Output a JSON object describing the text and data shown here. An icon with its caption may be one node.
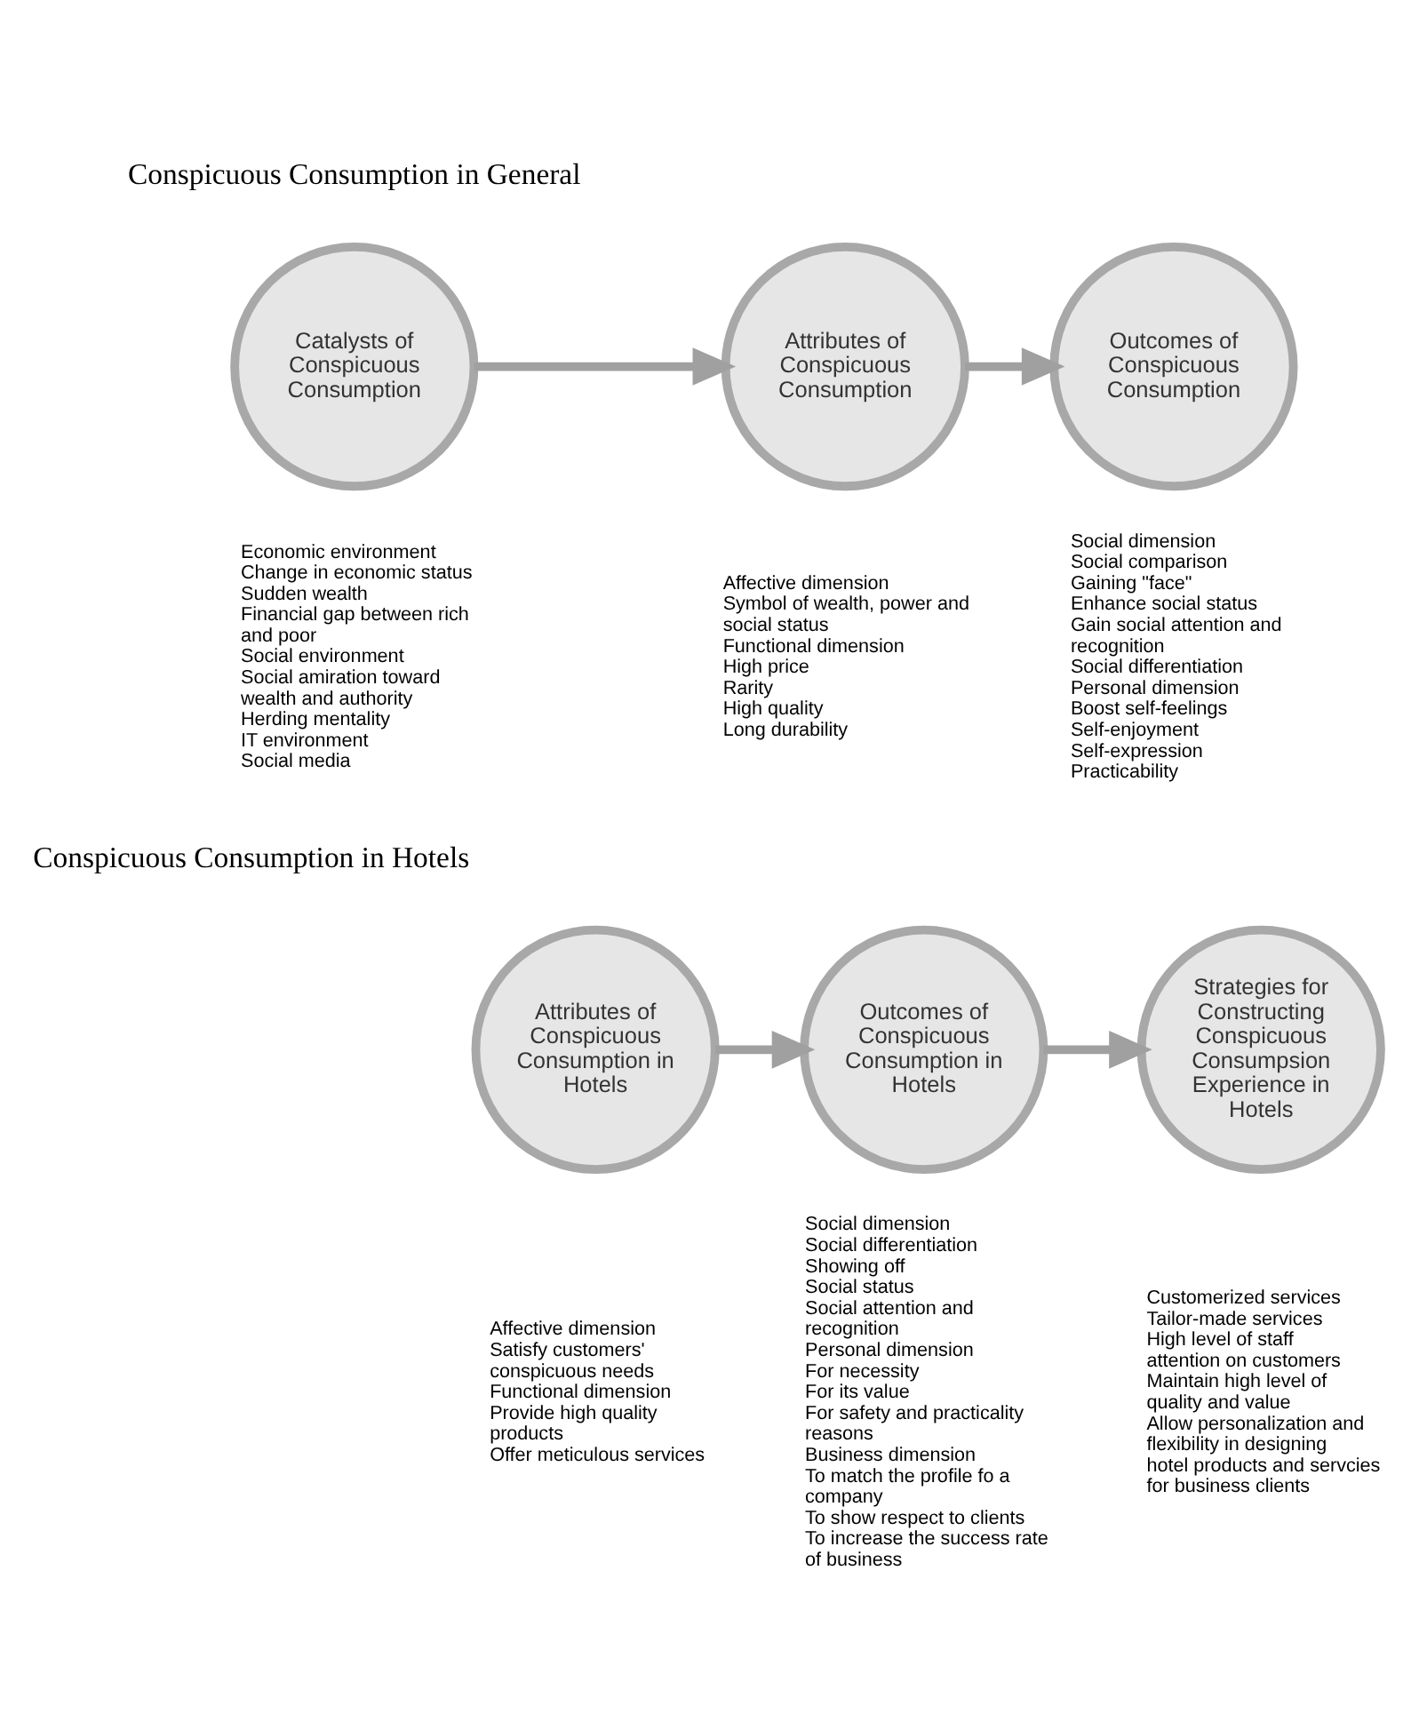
{
  "diagram": {
    "nodes": [
      {
        "text": [
          "Catalysts of Conspicuous Consumption"
        ],
        "beside": [
          "Economic environment",
          "Change in economic status",
          "Sudden wealth",
          "Financial gap between rich and poor",
          "Social environment",
          "Social amiration toward wealth and authority",
          "Herding mentality",
          "IT environment",
          "Social media"
        ]
      },
      {
        "text": [
          "Attributes of Conspicuous Consumption"
        ],
        "beside": [
          "Affective dimension",
          "Symbol of wealth, power and social status",
          "Functional dimension",
          "High price",
          "Rarity",
          "High quality",
          "Long durability"
        ]
      },
      {
        "text": [
          "Outcomes of Conspicuous Consumption"
        ],
        "beside": [
          "Social dimension",
          "Social comparison",
          "Gaining \"face\"",
          "Enhance social status",
          "Gain social attention and recognition",
          "Social differentiation",
          "Personal dimension",
          "Boost self-feelings",
          "Self-enjoyment",
          "Self-expression",
          "Practicability"
        ]
      },
      {
        "text": [
          "Attributes of Conspicuous Consumption in Hotels"
        ],
        "beside": [
          "Affective dimension",
          "Satisfy customers' conspicuous needs",
          "Functional dimension",
          "Provide high quality products",
          "Offer meticulous services"
        ]
      },
      {
        "text": [
          "Outcomes of Conspicuous Consumption in Hotels"
        ],
        "beside": [
          "Social dimension",
          "Social differentiation",
          "Showing off",
          "Social status",
          "Social attention and recognition",
          "Personal dimension",
          "For necessity",
          "For its value",
          "For safety and practicality reasons",
          "Business dimension",
          "To match the profile fo a company",
          "To show respect to clients",
          "To increase the success rate of business"
        ]
      },
      {
        "text": [
          "Strategies for Constructing Conspicuous Consumpsion Experience in Hotels"
        ],
        "beside": [
          "Customerized services",
          "Tailor-made services",
          "High level of staff attention on customers",
          "Maintain high level of quality and value",
          "Allow personalization and flexibility in designing hotel products and servcies for business clients"
        ]
      }
    ],
    "edges": [
      {
        "from": 0,
        "to": 1,
        "arrow": "to"
      },
      {
        "from": 1,
        "to": 2,
        "arrow": "to"
      },
      {
        "from": 3,
        "to": 4,
        "arrow": "to"
      },
      {
        "from": 4,
        "to": 5,
        "arrow": "to"
      }
    ],
    "labels": [
      "Conspicuous Consumption in General",
      "Conspicuous Consumption in Hotels"
    ]
  }
}
